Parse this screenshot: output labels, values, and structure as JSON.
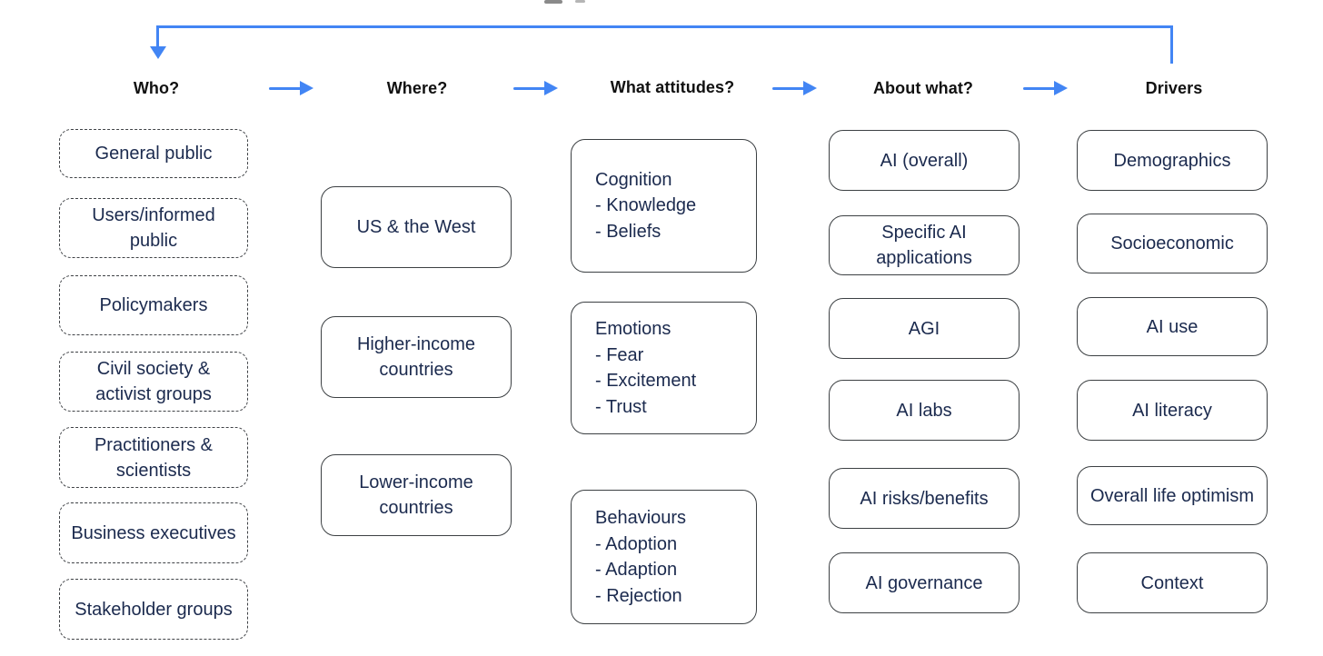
{
  "colors": {
    "accent_blue": "#4285f4",
    "box_border": "#3c4043",
    "box_text": "#1b2a4e",
    "header_text": "#111111",
    "background": "#ffffff"
  },
  "columns": [
    {
      "id": "who",
      "header": "Who?",
      "box_style": "dashed",
      "boxes": [
        {
          "label": "General public"
        },
        {
          "label": "Users/informed public"
        },
        {
          "label": "Policymakers"
        },
        {
          "label": "Civil society & activist groups"
        },
        {
          "label": "Practitioners & scientists"
        },
        {
          "label": "Business executives"
        },
        {
          "label": "Stakeholder groups"
        }
      ]
    },
    {
      "id": "where",
      "header": "Where?",
      "box_style": "solid",
      "boxes": [
        {
          "label": "US & the West"
        },
        {
          "label": "Higher-income countries"
        },
        {
          "label": "Lower-income countries"
        }
      ]
    },
    {
      "id": "what-attitudes",
      "header": "What attitudes?",
      "box_style": "solid",
      "boxes": [
        {
          "lines": [
            "Cognition",
            "- Knowledge",
            "- Beliefs"
          ]
        },
        {
          "lines": [
            "Emotions",
            "- Fear",
            "- Excitement",
            "- Trust"
          ]
        },
        {
          "lines": [
            "Behaviours",
            "- Adoption",
            "- Adaption",
            "- Rejection"
          ]
        }
      ]
    },
    {
      "id": "about-what",
      "header": "About what?",
      "box_style": "solid",
      "boxes": [
        {
          "label": "AI (overall)"
        },
        {
          "label": "Specific AI applications"
        },
        {
          "label": "AGI"
        },
        {
          "label": "AI labs"
        },
        {
          "label": "AI risks/benefits"
        },
        {
          "label": "AI governance"
        }
      ]
    },
    {
      "id": "drivers",
      "header": "Drivers",
      "box_style": "solid",
      "boxes": [
        {
          "label": "Demographics"
        },
        {
          "label": "Socioeconomic"
        },
        {
          "label": "AI use"
        },
        {
          "label": "AI literacy"
        },
        {
          "label": "Overall life optimism"
        },
        {
          "label": "Context"
        }
      ]
    }
  ],
  "flow_arrows": [
    {
      "from": "Who?",
      "to": "Where?"
    },
    {
      "from": "Where?",
      "to": "What attitudes?"
    },
    {
      "from": "What attitudes?",
      "to": "About what?"
    },
    {
      "from": "About what?",
      "to": "Drivers"
    }
  ],
  "feedback_loop": {
    "from": "Drivers",
    "to": "Who?"
  }
}
